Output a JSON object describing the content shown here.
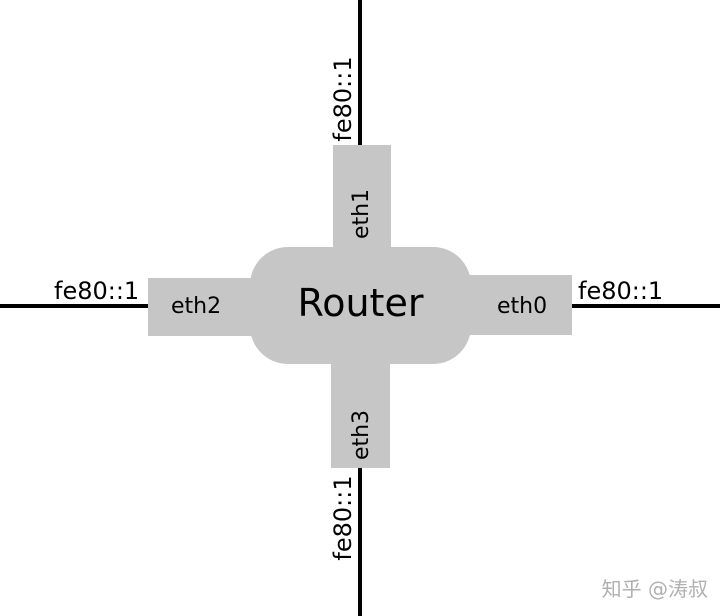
{
  "router": {
    "label": "Router"
  },
  "ports": {
    "eth0": {
      "label": "eth0",
      "address": "fe80::1"
    },
    "eth1": {
      "label": "eth1",
      "address": "fe80::1"
    },
    "eth2": {
      "label": "eth2",
      "address": "fe80::1"
    },
    "eth3": {
      "label": "eth3",
      "address": "fe80::1"
    }
  },
  "watermark": {
    "text": "知乎 @涛叔"
  },
  "colors": {
    "router_fill": "#c6c6c6",
    "port_fill": "#c6c6c6",
    "wire": "#000000",
    "text": "#000000",
    "background": "#ffffff"
  }
}
